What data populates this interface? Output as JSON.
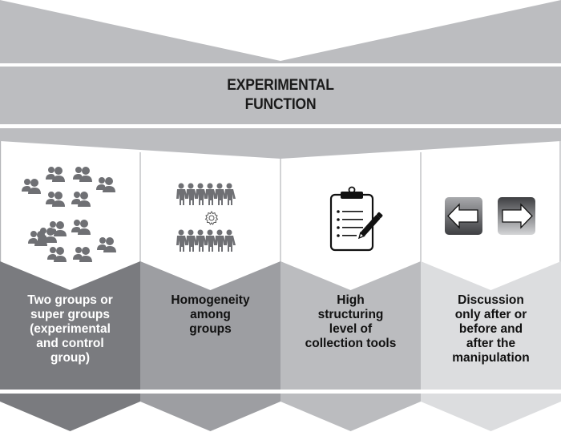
{
  "header": {
    "title_line1": "EXPERIMENTAL",
    "title_line2": "FUNCTION"
  },
  "colors": {
    "band_gray": "#bcbdc0",
    "col1": "#7a7b7f",
    "col2": "#9d9ea2",
    "col3": "#bbbcbf",
    "col4": "#dcdddf",
    "icon_gray": "#6f7074"
  },
  "columns": [
    {
      "icon": "people-groups-icon",
      "lines": [
        "Two groups or",
        "super groups",
        "(experimental",
        "and control",
        "group)"
      ],
      "text_color": "#ffffff"
    },
    {
      "icon": "homogeneous-groups-gear-icon",
      "lines": [
        "Homogeneity",
        "among",
        "groups"
      ],
      "text_color": "#111111"
    },
    {
      "icon": "clipboard-pencil-icon",
      "lines": [
        "High",
        "structuring",
        "level of",
        "collection tools"
      ],
      "text_color": "#111111"
    },
    {
      "icon": "before-after-arrows-icon",
      "lines": [
        "Discussion",
        "only after or",
        "before and",
        "after the",
        "manipulation"
      ],
      "text_color": "#111111"
    }
  ]
}
